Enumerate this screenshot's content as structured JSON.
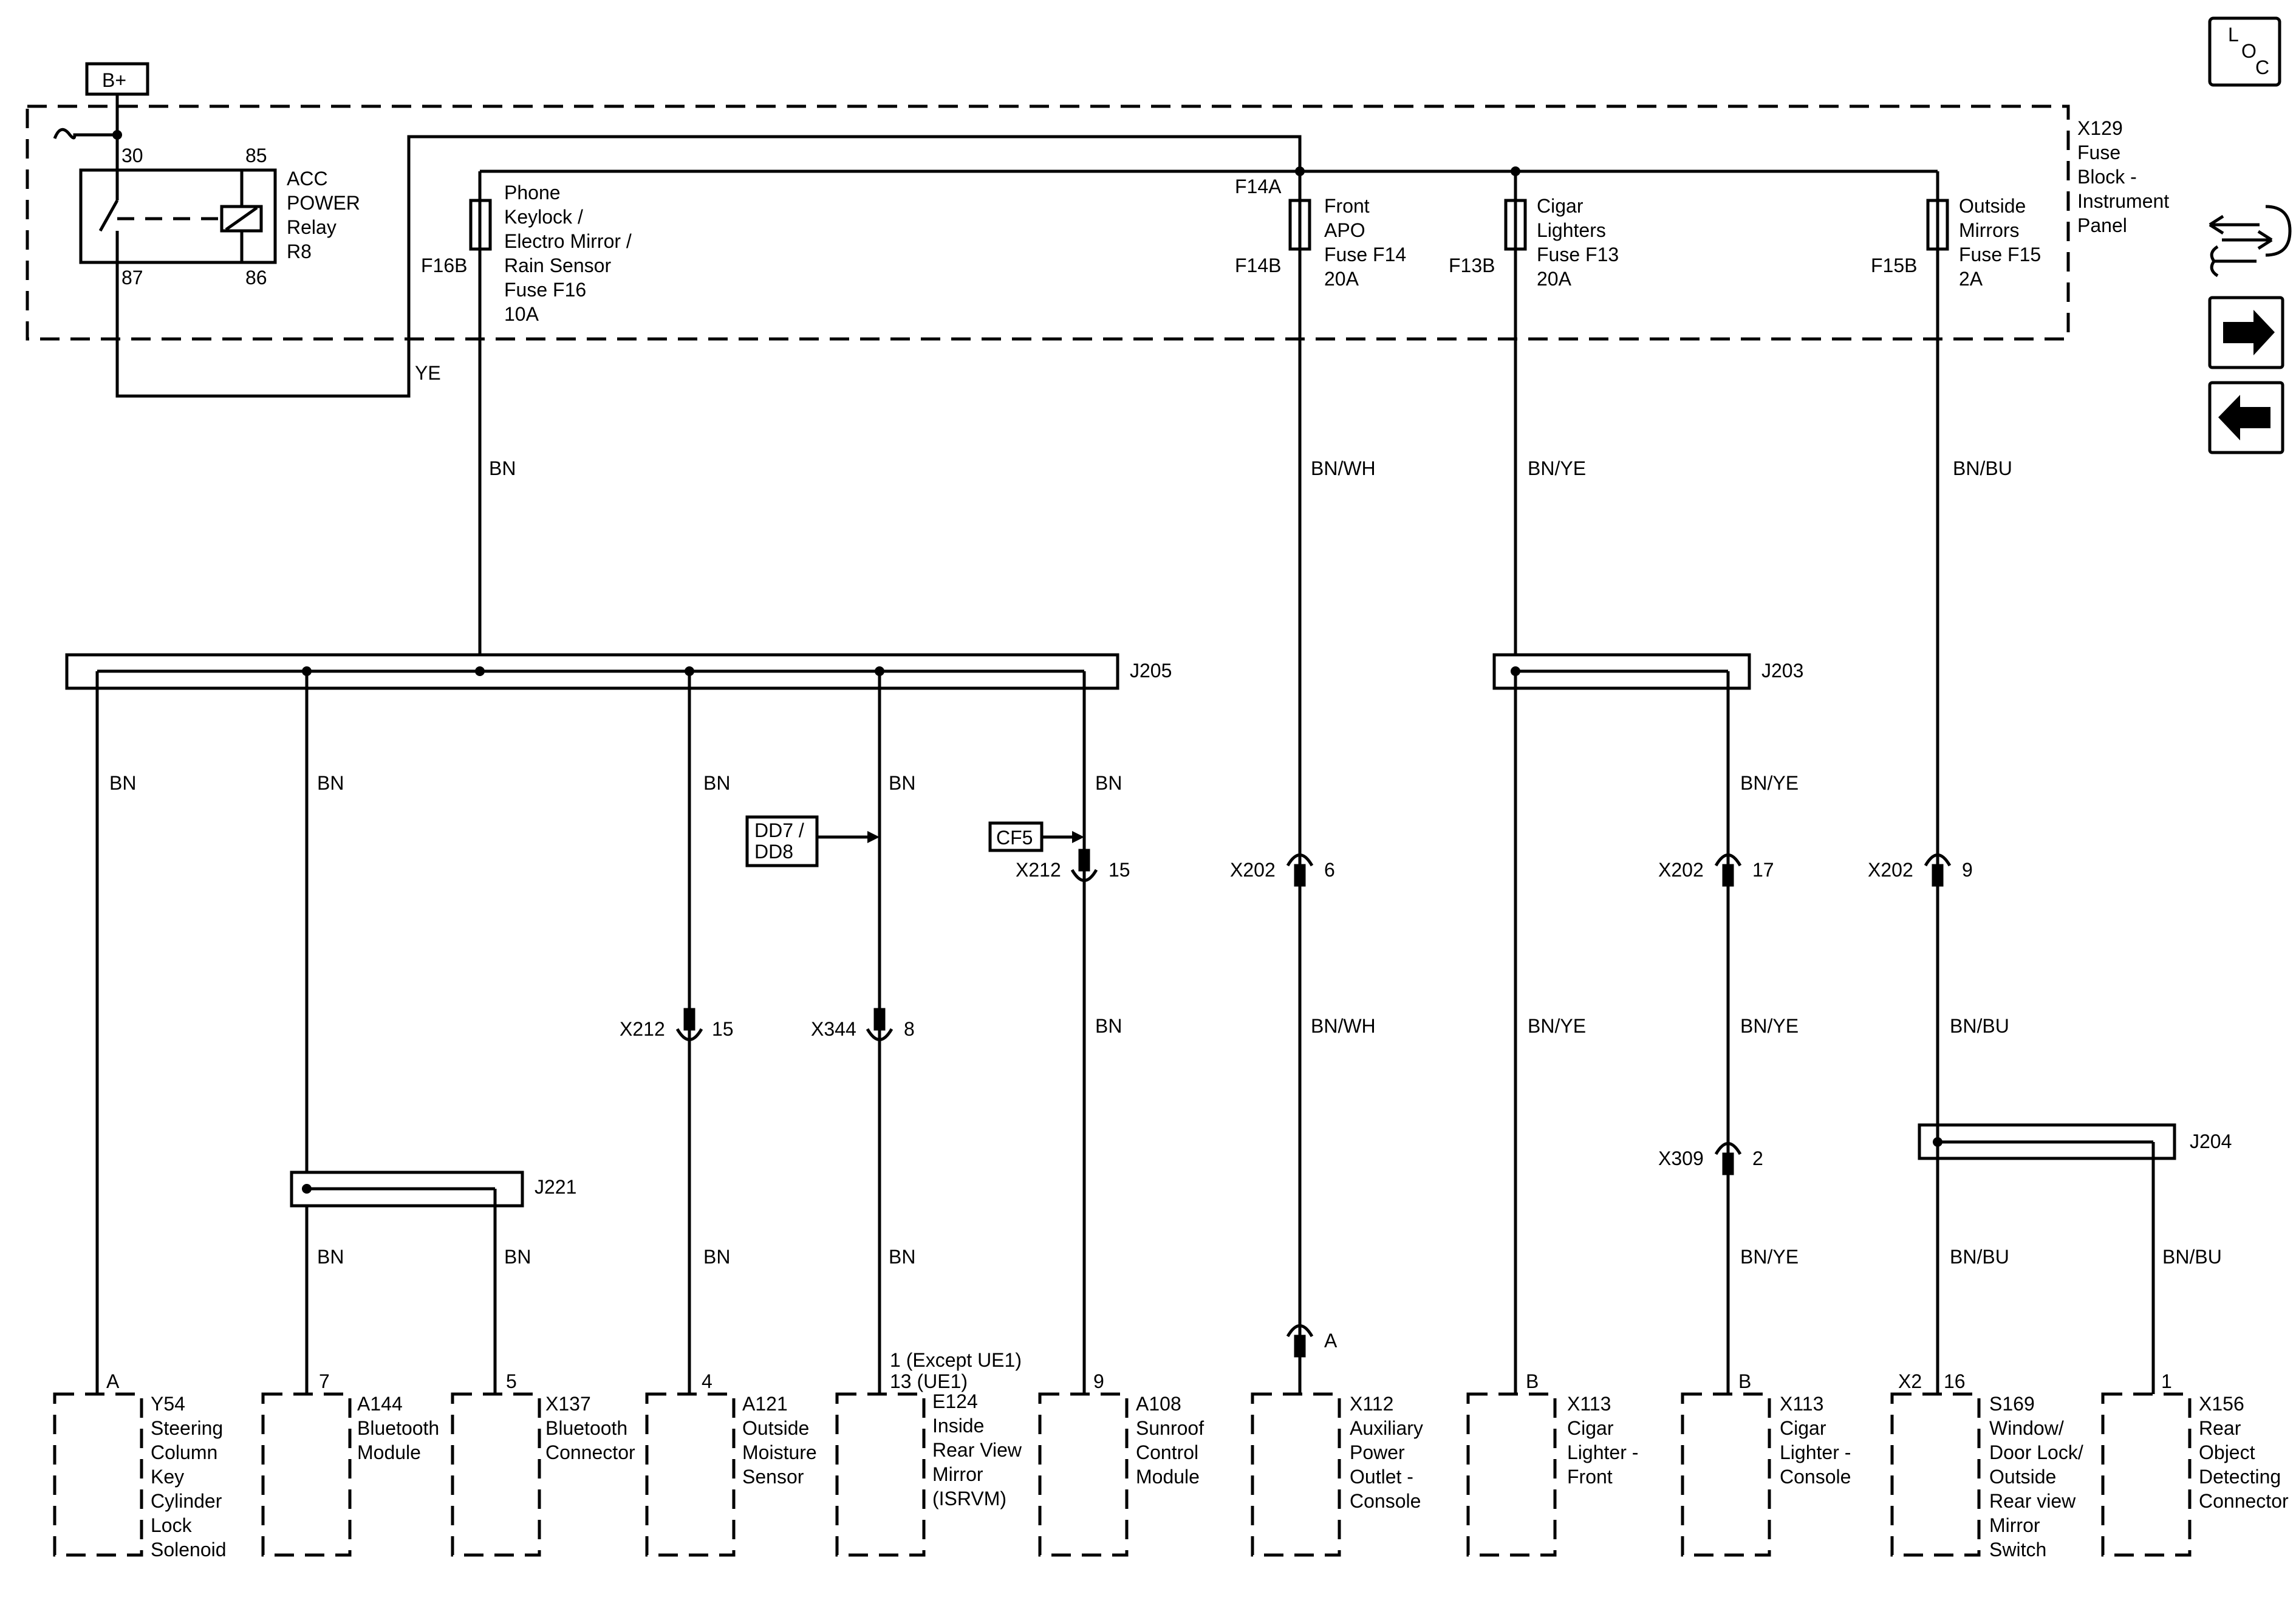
{
  "battery": "B+",
  "loc_label": [
    "L",
    "O",
    "C"
  ],
  "fuse_block": [
    "X129",
    "Fuse",
    "Block -",
    "Instrument",
    "Panel"
  ],
  "relay": {
    "label": [
      "ACC",
      "POWER",
      "Relay",
      "R8"
    ],
    "pins": [
      "30",
      "85",
      "87",
      "86"
    ]
  },
  "fuses": [
    {
      "top": "",
      "bottom": "F16B",
      "label": [
        "Phone",
        "Keylock /",
        "Electro Mirror /",
        "Rain Sensor",
        "Fuse F16",
        "10A"
      ]
    },
    {
      "top": "F14A",
      "bottom": "F14B",
      "label": [
        "Front",
        "APO",
        "Fuse F14",
        "20A"
      ]
    },
    {
      "top": "",
      "bottom": "F13B",
      "label": [
        "Cigar",
        "Lighters",
        "Fuse F13",
        "20A"
      ]
    },
    {
      "top": "",
      "bottom": "F15B",
      "label": [
        "Outside",
        "Mirrors",
        "Fuse F15",
        "2A"
      ]
    }
  ],
  "wires": {
    "ye": "YE",
    "bn": "BN",
    "bn_wh": "BN/WH",
    "bn_ye": "BN/YE",
    "bn_bu": "BN/BU"
  },
  "splices": [
    "J205",
    "J203",
    "J221",
    "J204"
  ],
  "refs": [
    "DD7 /",
    "DD8",
    "CF5"
  ],
  "connectors": [
    {
      "name": "X212",
      "pin": "15"
    },
    {
      "name": "X202",
      "pin": "6"
    },
    {
      "name": "X202",
      "pin": "17"
    },
    {
      "name": "X202",
      "pin": "9"
    },
    {
      "name": "X212",
      "pin": "15"
    },
    {
      "name": "X344",
      "pin": "8"
    },
    {
      "name": "X309",
      "pin": "2"
    },
    {
      "name": "",
      "pin": "A"
    }
  ],
  "components": [
    {
      "pin": "A",
      "label": [
        "Y54",
        "Steering",
        "Column",
        "Key",
        "Cylinder",
        "Lock",
        "Solenoid"
      ]
    },
    {
      "pin": "7",
      "label": [
        "A144",
        "Bluetooth",
        "Module"
      ]
    },
    {
      "pin": "5",
      "label": [
        "X137",
        "Bluetooth",
        "Connector"
      ]
    },
    {
      "pin": "4",
      "label": [
        "A121",
        "Outside",
        "Moisture",
        "Sensor"
      ]
    },
    {
      "pin": "1 (Except UE1)",
      "pin2": "13 (UE1)",
      "label": [
        "E124",
        "Inside",
        "Rear View",
        "Mirror",
        "(ISRVM)"
      ]
    },
    {
      "pin": "9",
      "label": [
        "A108",
        "Sunroof",
        "Control",
        "Module"
      ]
    },
    {
      "pin": "",
      "label": [
        "X112",
        "Auxiliary",
        "Power",
        "Outlet -",
        "Console"
      ]
    },
    {
      "pin": "B",
      "label": [
        "X113",
        "Cigar",
        "Lighter -",
        "Front"
      ]
    },
    {
      "pin": "B",
      "label": [
        "X113",
        "Cigar",
        "Lighter -",
        "Console"
      ]
    },
    {
      "pin": "X2",
      "pin2": "16",
      "label": [
        "S169",
        "Window/",
        "Door Lock/",
        "Outside",
        "Rear view",
        "Mirror",
        "Switch"
      ]
    },
    {
      "pin": "1",
      "label": [
        "X156",
        "Rear",
        "Object",
        "Detecting",
        "Connector"
      ]
    }
  ]
}
